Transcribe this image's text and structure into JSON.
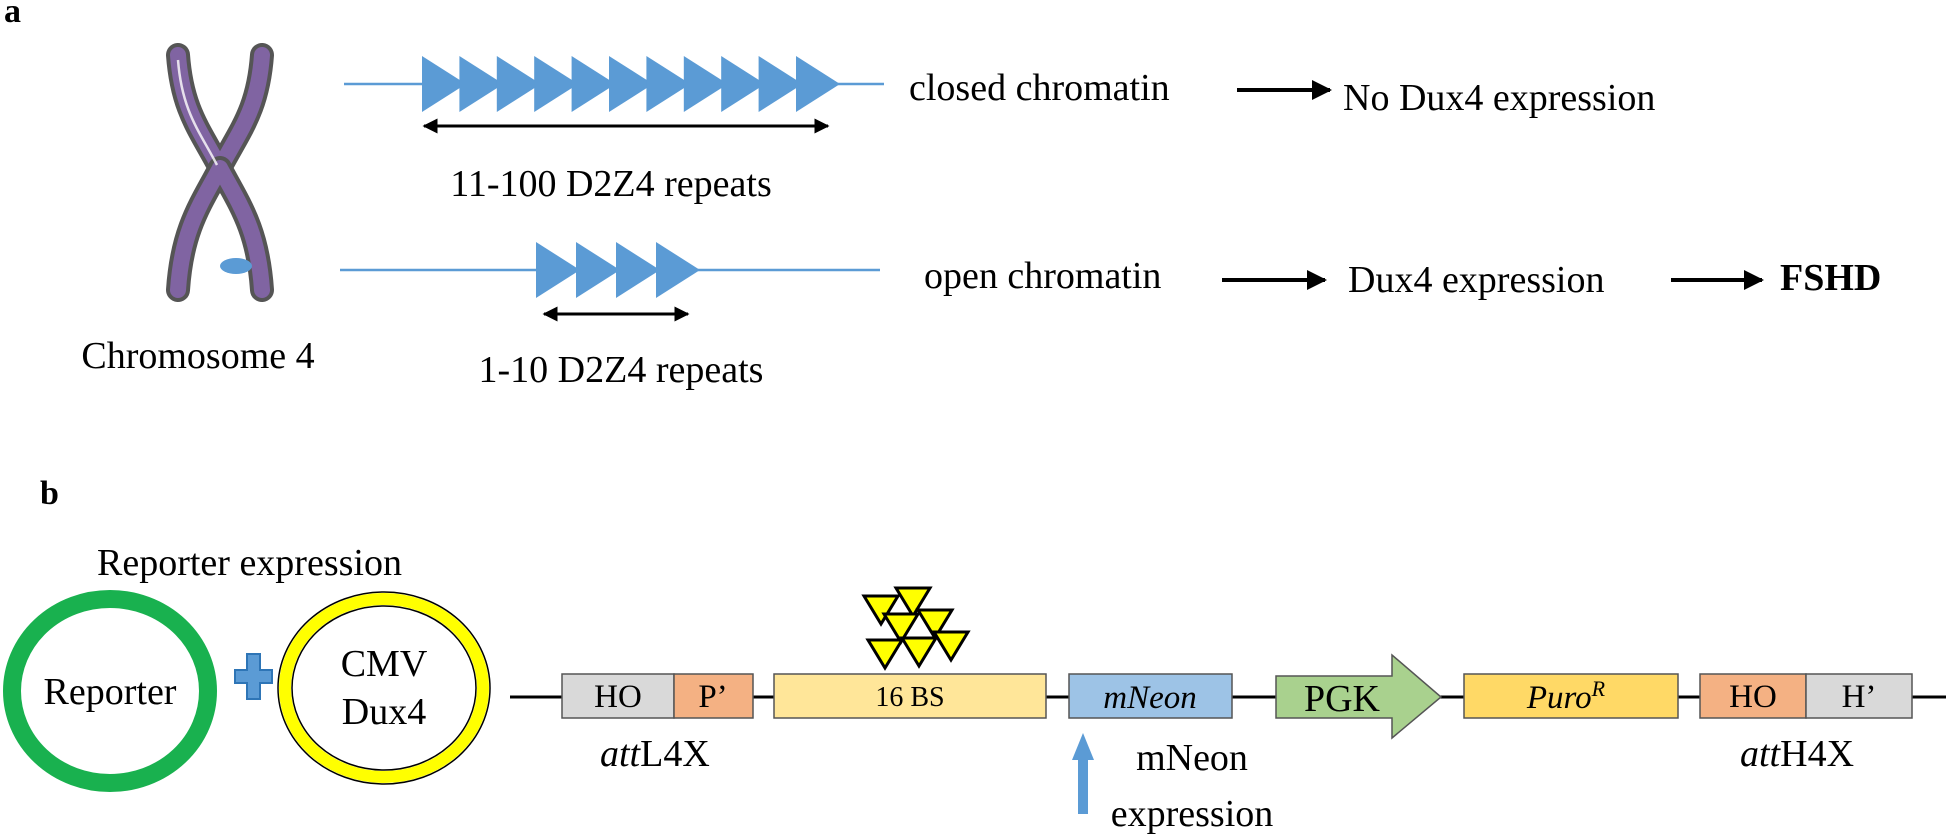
{
  "panel_a": {
    "label": "a",
    "chromosome_label": "Chromosome 4",
    "top_row": {
      "repeats_label": "11-100 D2Z4 repeats",
      "state": "closed chromatin",
      "outcome": "No Dux4 expression"
    },
    "bottom_row": {
      "repeats_label": "1-10 D2Z4 repeats",
      "state": "open chromatin",
      "outcome": "Dux4 expression",
      "disease": "FSHD"
    }
  },
  "panel_b": {
    "label": "b",
    "title": "Reporter expression",
    "reporter_plasmid": "Reporter",
    "dux4_plasmid_line1": "CMV",
    "dux4_plasmid_line2": "Dux4",
    "construct": {
      "ho_left": "HO",
      "p_prime": "P’",
      "att_left_italic": "att",
      "att_left_rest": "L4X",
      "binding_sites": "16 BS",
      "mneon": "mNeon",
      "pgk": "PGK",
      "puro": "Puro",
      "puro_superscript": "R",
      "ho_right": "HO",
      "h_prime": "H’",
      "att_right_italic": "att",
      "att_right_rest": "H4X",
      "mneon_expression_line1": "mNeon",
      "mneon_expression_line2": "expression"
    }
  },
  "colors": {
    "repeat_blue": "#5b9bd5",
    "chromosome_purple": "#8064a2",
    "reporter_green": "#19b14f",
    "dux4_yellow": "#ffff00",
    "ho_grey": "#d9d9d9",
    "p_prime_salmon": "#f4b183",
    "bs_tan": "#ffe699",
    "mneon_blue": "#9dc3e6",
    "pgk_green": "#a9d18e",
    "puro_orange": "#ffd966",
    "binding_triangle_yellow": "#ffff00"
  }
}
